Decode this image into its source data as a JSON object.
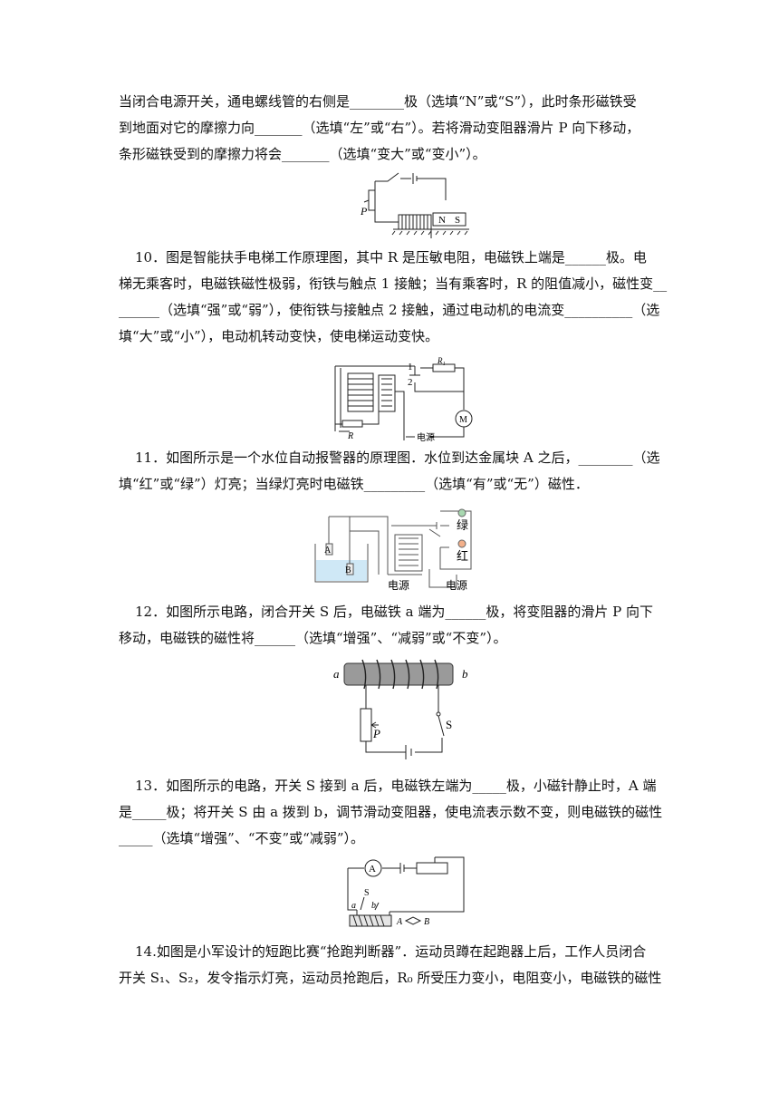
{
  "q9": {
    "lines": [
      "当闭合电源开关，通电螺线管的右侧是________极（选填“N”或“S”），此时条形磁铁受",
      "到地面对它的摩擦力向_______（选填“左”或“右”）。若将滑动变阻器滑片 P 向下移动，",
      "条形磁铁受到的摩擦力将会_______（选填“变大”或“变小”）。"
    ],
    "figure": {
      "label_p": "P",
      "label_n": "N",
      "label_s": "S"
    }
  },
  "q10": {
    "lines": [
      "10．图是智能扶手电梯工作原理图，其中 R 是压敏电阻，电磁铁上端是______极。电",
      "梯无乘客时，电磁铁磁性极弱，衔铁与触点 1 接触；当有乘客时，R 的阻值减小，磁性变__",
      "______（选填“强”或“弱”），使衔铁与接触点 2 接触，通过电动机的电流变__________（选",
      "填“大”或“小”），电动机转动变快，使电梯运动变快。"
    ],
    "figure": {
      "label_1": "1",
      "label_2": "2",
      "label_r1": "R₁",
      "label_r": "R",
      "label_m": "M",
      "label_power": "电源"
    }
  },
  "q11": {
    "lines": [
      "11．如图所示是一个水位自动报警器的原理图．水位到达金属块 A 之后，________（选",
      "填“红”或“绿”）灯亮；当绿灯亮时电磁铁_________（选填“有”或“无”）磁性．"
    ],
    "figure": {
      "label_a": "A",
      "label_b": "B",
      "label_green": "绿",
      "label_red": "红",
      "label_power1": "电源",
      "label_power2": "电源"
    }
  },
  "q12": {
    "lines": [
      "12．如图所示电路，闭合开关 S 后，电磁铁 a 端为______极，将变阻器的滑片 P 向下",
      "移动，电磁铁的磁性将______（选填“增强”、“减弱”或“不变”）。"
    ],
    "figure": {
      "label_a": "a",
      "label_b": "b",
      "label_p": "P",
      "label_s": "S"
    }
  },
  "q13": {
    "lines": [
      "13．如图所示的电路，开关 S 接到 a 后，电磁铁左端为_____极，小磁针静止时，A 端",
      "是_____极；将开关 S 由 a 拨到 b，调节滑动变阻器，使电流表示数不变，则电磁铁的磁性",
      "_____（选填“增强”、“不变”或“减弱”）。"
    ],
    "figure": {
      "label_meter": "A",
      "label_s": "S",
      "label_a": "a",
      "label_b": "b",
      "label_needle_a": "A",
      "label_needle_b": "B"
    }
  },
  "q14": {
    "lines": [
      "14.如图是小军设计的短跑比赛“抢跑判断器”．运动员蹲在起跑器上后，工作人员闭合",
      "开关 S₁、S₂，发令指示灯亮，运动员抢跑后，R₀ 所受压力变小，电阻变小，电磁铁的磁性"
    ]
  }
}
